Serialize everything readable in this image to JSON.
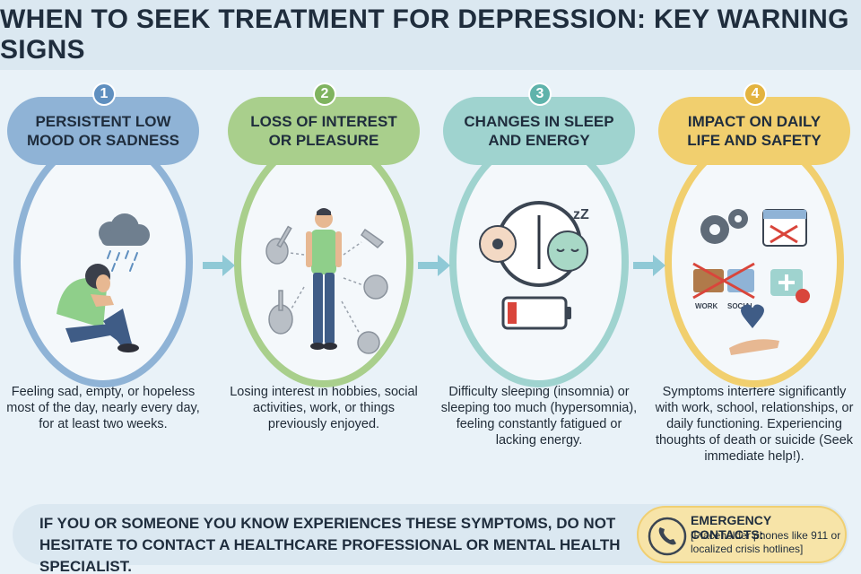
{
  "title": "WHEN TO SEEK TREATMENT FOR DEPRESSION: KEY WARNING SIGNS",
  "colors": {
    "blue": "#8fb3d6",
    "green": "#a9cf8c",
    "teal": "#9fd3cf",
    "yellow": "#f1cf6e"
  },
  "steps": [
    {
      "number": "1",
      "heading": "PERSISTENT LOW MOOD OR SADNESS",
      "description": "Feeling sad, empty, or hopeless most of the day, nearly every day, for at least two weeks.",
      "icon": "sad-person-rain-cloud-icon"
    },
    {
      "number": "2",
      "heading": "LOSS OF INTEREST OR PLEASURE",
      "description": "Losing interest in hobbies, social activities, work, or things previously enjoyed.",
      "icon": "person-hobbies-icon"
    },
    {
      "number": "3",
      "heading": "CHANGES IN SLEEP AND ENERGY",
      "description": "Difficulty sleeping (insomnia) or sleeping too much (hypersomnia), feeling constantly fatigued or lacking energy.",
      "icon": "clock-sleep-battery-icon"
    },
    {
      "number": "4",
      "heading": "IMPACT ON DAILY LIFE AND SAFETY",
      "description": "Symptoms interfere significantly with work, school, relationships, or daily functioning. Experiencing thoughts of death or suicide (Seek immediate help!).",
      "icon": "daily-life-impact-icon",
      "labels": {
        "work": "WORK",
        "social": "SOCIAL"
      }
    }
  ],
  "bottom": {
    "message": "IF YOU OR SOMEONE YOU KNOW EXPERIENCES THESE SYMPTOMS, DO NOT HESITATE TO CONTACT A HEALTHCARE PROFESSIONAL OR MENTAL HEALTH SPECIALIST.",
    "emergency_title": "EMERGENCY CONTACTS:",
    "emergency_body": "[Placeholder phones like 911 or localized crisis hotlines]"
  },
  "sleep_label": "zZ"
}
